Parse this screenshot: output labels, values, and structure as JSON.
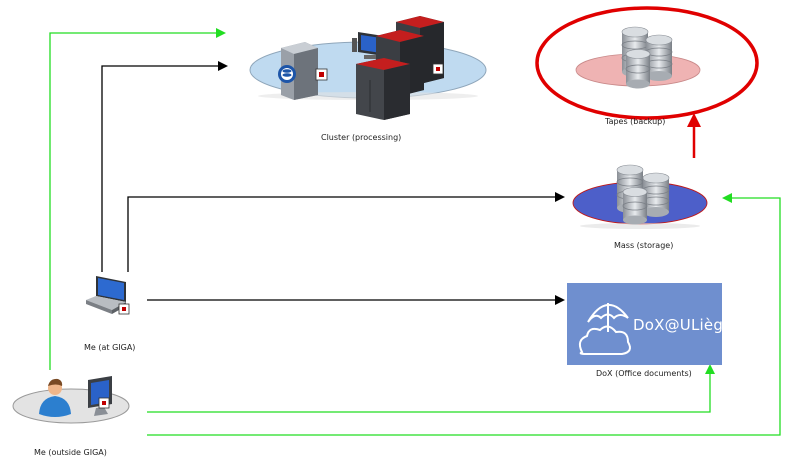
{
  "nodes": {
    "cluster": {
      "label": "Cluster (processing)"
    },
    "tapes": {
      "label": "Tapes (backup)"
    },
    "mass": {
      "label": "Mass (storage)"
    },
    "dox": {
      "label": "DoX (Office documents)",
      "logo_text": "DoX@ULiège"
    },
    "me_giga": {
      "label": "Me (at GIGA)"
    },
    "me_outside": {
      "label": "Me (outside GIGA)"
    }
  },
  "colors": {
    "black_edge": "#000000",
    "green_edge": "#22dd22",
    "red_edge": "#e00000",
    "dox_bg": "#6f8fcf",
    "tape_disk": "#e9a9a9",
    "mass_disk": "#4a5fc8"
  },
  "icons": [
    "server-rack-icon",
    "database-icon",
    "laptop-icon",
    "user-icon",
    "monitor-icon",
    "cloud-umbrella-icon"
  ]
}
